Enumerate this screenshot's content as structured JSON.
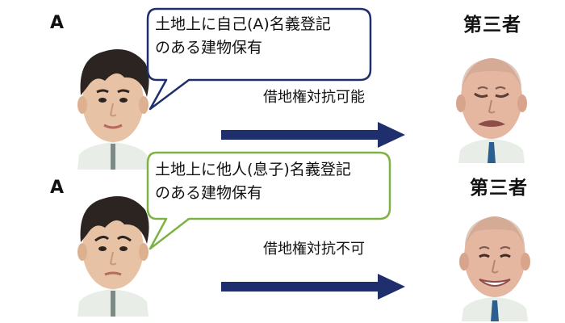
{
  "rows": [
    {
      "party": "A",
      "bubble_line1": "土地上に自己(A)名義登記",
      "bubble_line2": "のある建物保有",
      "result": "借地権対抗可能",
      "third_party": "第三者",
      "bubble_color": "#1f2f6e",
      "third_party_expression": "grimacing"
    },
    {
      "party": "A",
      "bubble_line1": "土地上に他人(息子)名義登記",
      "bubble_line2": "のある建物保有",
      "result": "借地権対抗不可",
      "third_party": "第三者",
      "bubble_color": "#7cb342",
      "third_party_expression": "smiling"
    }
  ],
  "colors": {
    "arrow": "#1f2f6e",
    "hair_a": "#2b2420",
    "skin": "#e8c2a5",
    "shirt": "#e9ede7",
    "tie": "#2a5f8f"
  }
}
